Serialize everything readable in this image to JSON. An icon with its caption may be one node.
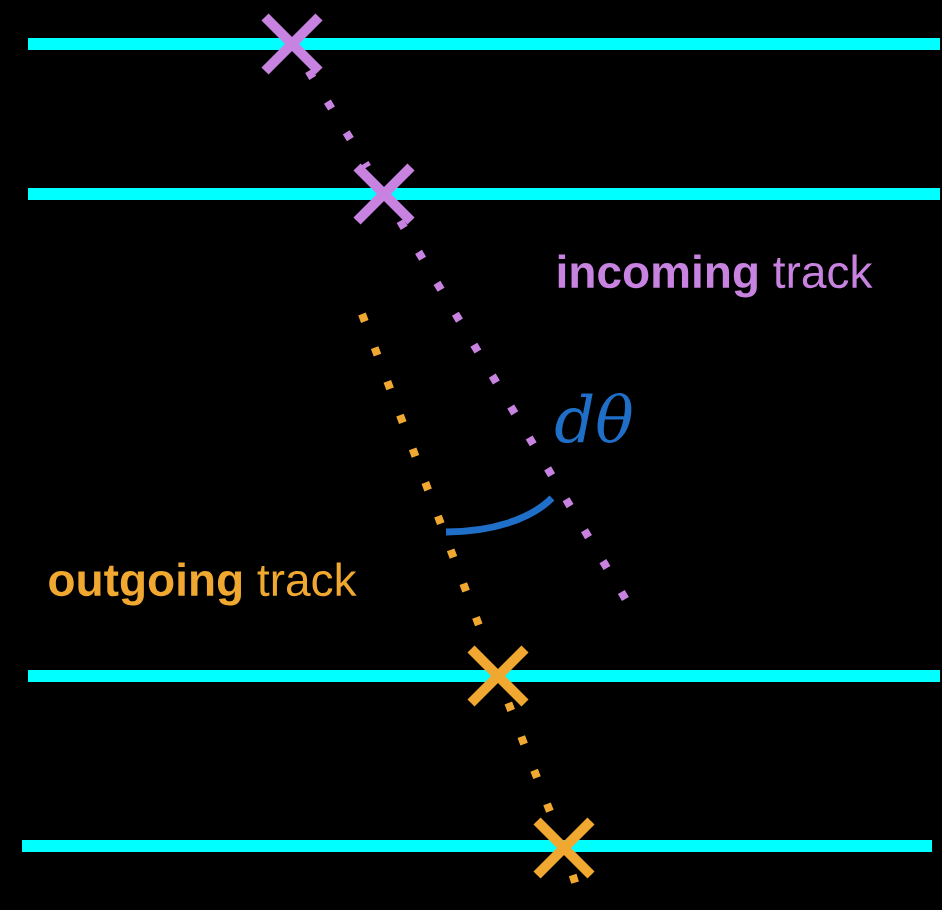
{
  "diagram": {
    "nodes": [
      {
        "text": [],
        "shape": "cross"
      },
      {
        "text": [],
        "shape": "cross"
      },
      {
        "text": [],
        "shape": "cross"
      },
      {
        "text": [],
        "shape": "cross"
      }
    ],
    "edges": [
      {
        "from": 0,
        "to": 1,
        "arrow": "none",
        "style": "dashed",
        "color": "#c882e0"
      },
      {
        "from": 1,
        "to": null,
        "arrow": "none",
        "style": "dashed",
        "color": "#c882e0"
      },
      {
        "from": null,
        "to": 2,
        "arrow": "none",
        "style": "dashed",
        "color": "#f0a830"
      },
      {
        "from": 2,
        "to": 3,
        "arrow": "none",
        "style": "dashed",
        "color": "#f0a830"
      },
      {
        "from": 3,
        "to": null,
        "arrow": "none",
        "style": "dashed",
        "color": "#f0a830"
      }
    ],
    "labels": [
      "**incoming** track",
      "**outgoing** track",
      "dθ"
    ]
  }
}
